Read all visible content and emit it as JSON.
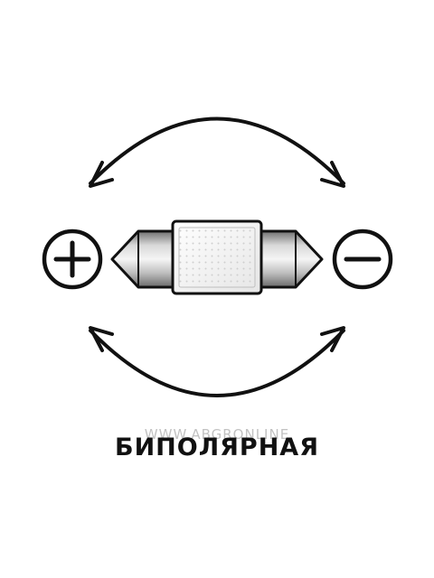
{
  "diagram": {
    "title": "БИПОЛЯРНАЯ",
    "watermark": "WWW.ABGRONLINE",
    "terminal_left_symbol": "plus-icon",
    "terminal_right_symbol": "minus-icon",
    "arrows": [
      "bidirectional-arrow-top",
      "bidirectional-arrow-bottom"
    ]
  },
  "colors": {
    "stroke": "#111111",
    "chip": "#f2f2f2",
    "watermark": "#b8b8b8"
  }
}
